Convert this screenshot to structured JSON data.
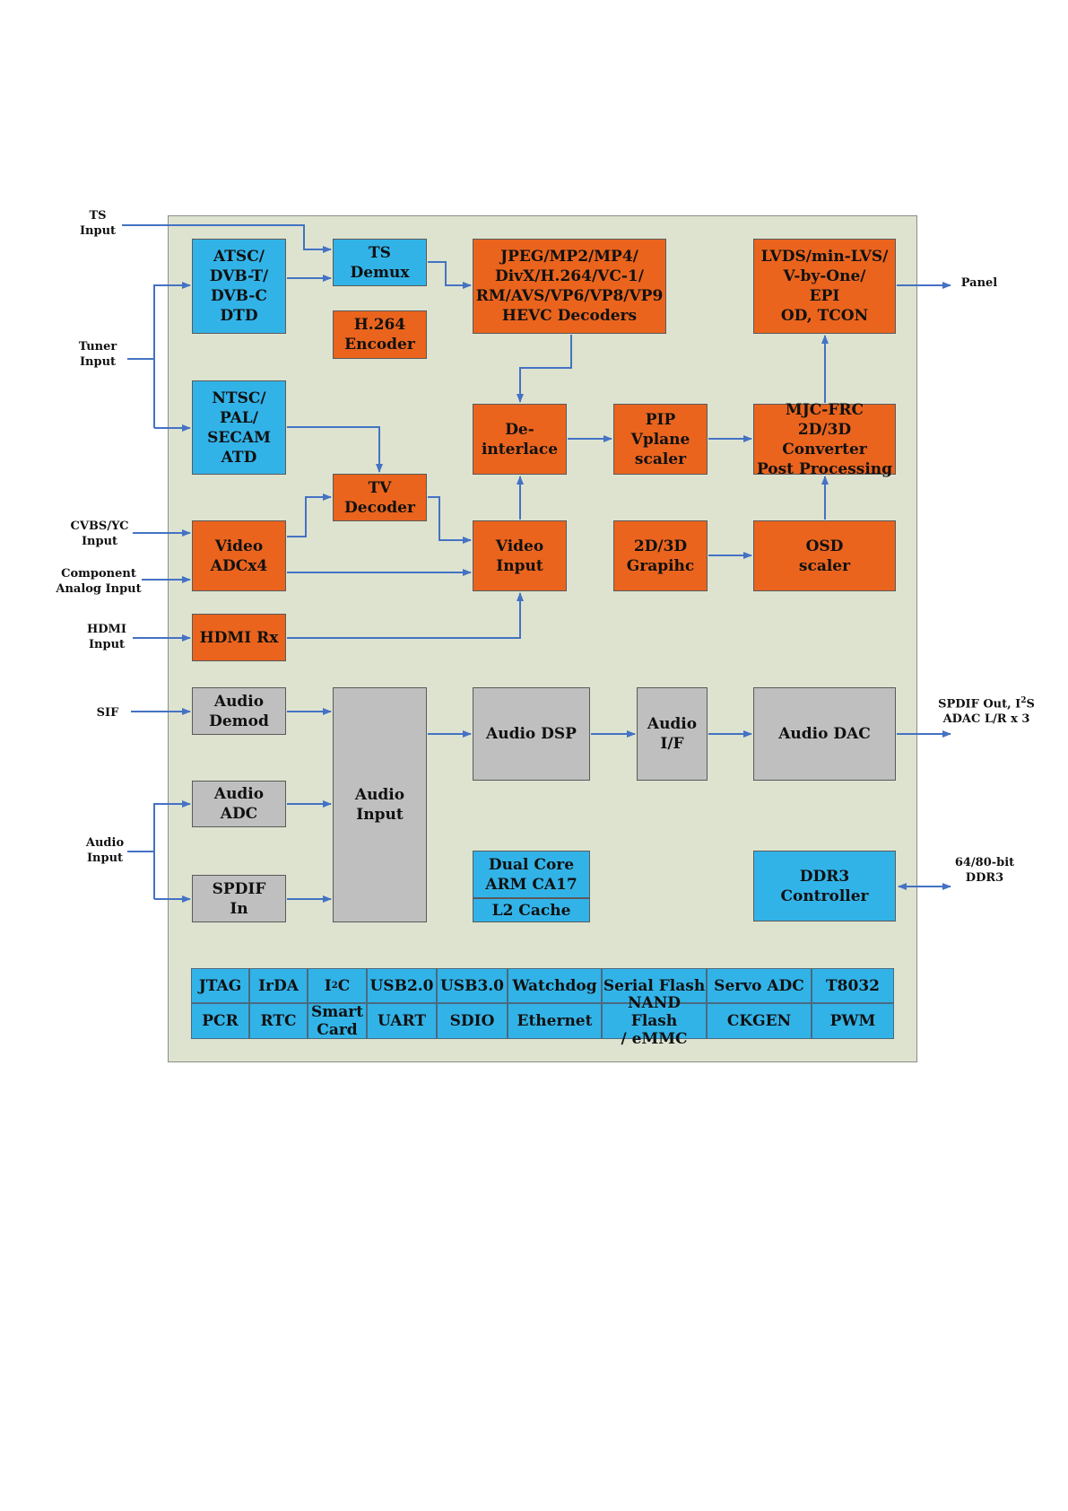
{
  "colors": {
    "chip_background": "#dde3cf",
    "blue_block": "#32b3e8",
    "orange_block": "#ea641e",
    "gray_block": "#bfbfbf",
    "arrow": "#4472c4"
  },
  "external_labels": {
    "ts_input": "TS\nInput",
    "tuner_input": "Tuner\nInput",
    "cvbs_input": "CVBS/YC\nInput",
    "component_input": "Component\nAnalog Input",
    "hdmi_input": "HDMI\nInput",
    "sif": "SIF",
    "audio_input": "Audio\nInput",
    "panel": "Panel",
    "spdif_out_line1": "SPDIF Out, I",
    "spdif_out_sup": "2",
    "spdif_out_line1_end": "S",
    "spdif_out_line2": "ADAC L/R x 3",
    "ddr3_bus": "64/80-bit\nDDR3"
  },
  "blocks": {
    "atsc": "ATSC/\nDVB-T/\nDVB-C\nDTD",
    "ts_demux": "TS\nDemux",
    "decoders": "JPEG/MP2/MP4/\nDivX/H.264/VC-1/\nRM/AVS/VP6/VP8/VP9\nHEVC Decoders",
    "lvds": "LVDS/min-LVS/\nV-by-One/\nEPI\nOD, TCON",
    "h264_encoder": "H.264\nEncoder",
    "ntsc": "NTSC/\nPAL/\nSECAM\nATD",
    "deinterlace": "De-\ninterlace",
    "pip": "PIP\nVplane\nscaler",
    "mjc": "MJC-FRC\n2D/3D Converter\nPost Processing",
    "tv_decoder": "TV\nDecoder",
    "video_adc": "Video\nADCx4",
    "video_input": "Video\nInput",
    "graphic": "2D/3D\nGrapihc",
    "osd": "OSD\nscaler",
    "hdmi_rx": "HDMI Rx",
    "audio_demod": "Audio\nDemod",
    "audio_input": "Audio\nInput",
    "audio_dsp": "Audio DSP",
    "audio_if": "Audio\nI/F",
    "audio_dac": "Audio DAC",
    "audio_adc": "Audio\nADC",
    "spdif_in": "SPDIF\nIn",
    "cpu": "Dual Core\nARM CA17",
    "l2_cache": "L2 Cache",
    "ddr3_controller": "DDR3\nController"
  },
  "peripherals": {
    "row1": [
      "JTAG",
      "IrDA",
      "I2C",
      "USB2.0",
      "USB3.0",
      "Watchdog",
      "Serial Flash",
      "Servo ADC",
      "T8032"
    ],
    "row2": [
      "PCR",
      "RTC",
      "Smart\nCard",
      "UART",
      "SDIO",
      "Ethernet",
      "NAND Flash\n/ eMMC",
      "CKGEN",
      "PWM"
    ]
  }
}
